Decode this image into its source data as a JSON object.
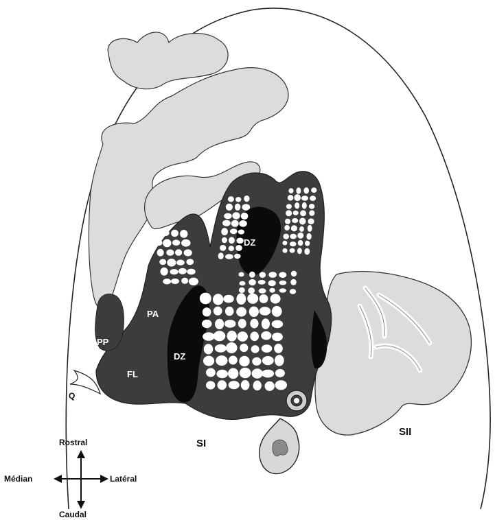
{
  "labels": {
    "dz_top": "DZ",
    "dz_bottom": "DZ",
    "pa": "PA",
    "pp": "PP",
    "fl": "FL",
    "q": "Q",
    "si": "SI",
    "sii": "SII"
  },
  "compass": {
    "rostral": "Rostral",
    "caudal": "Caudal",
    "median": "Médian",
    "lateral": "Latéral"
  },
  "colors": {
    "background": "#ffffff",
    "outline": "#222222",
    "light_region": "#dcdcdc",
    "dark_region": "#3c3c3c",
    "dysgranular_zone": "#0a0a0a",
    "barrel_holes": "#ffffff"
  }
}
